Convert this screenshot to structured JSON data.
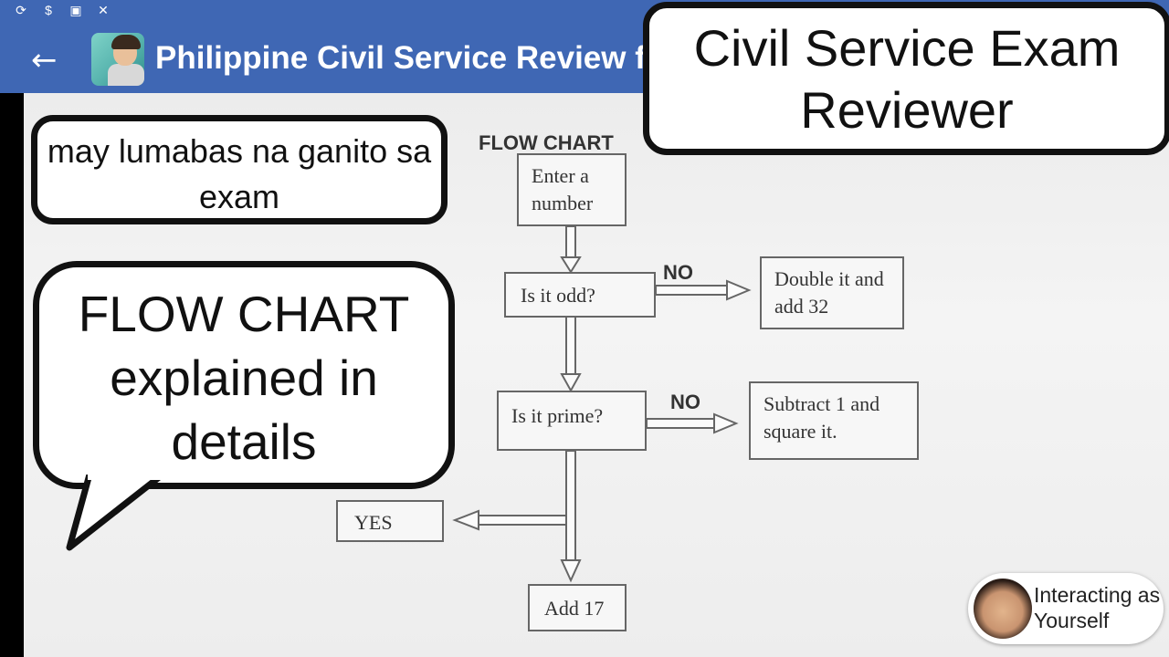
{
  "app_bar": {
    "back_icon": "←",
    "title": "Philippine Civil Service Review for",
    "status_icons": [
      "sync-icon",
      "dollar-icon",
      "image-icon",
      "bug-icon"
    ]
  },
  "callouts": {
    "title": "Civil Service Exam Reviewer",
    "note": "may lumabas na ganito sa exam",
    "speech": "FLOW CHART explained in details"
  },
  "flowchart": {
    "heading": "FLOW CHART",
    "start": "Enter a number",
    "q1": "Is it odd?",
    "q1_no_label": "NO",
    "q1_no_action": "Double it and add 32",
    "q2": "Is it prime?",
    "q2_no_label": "NO",
    "q2_no_action": "Subtract 1 and square it.",
    "yes_label": "YES",
    "end_action": "Add 17"
  },
  "badge": {
    "text": "Interacting as Yourself"
  },
  "colors": {
    "app_bar": "#3f67b4",
    "paper": "#ececec",
    "callout_border": "#111111"
  }
}
